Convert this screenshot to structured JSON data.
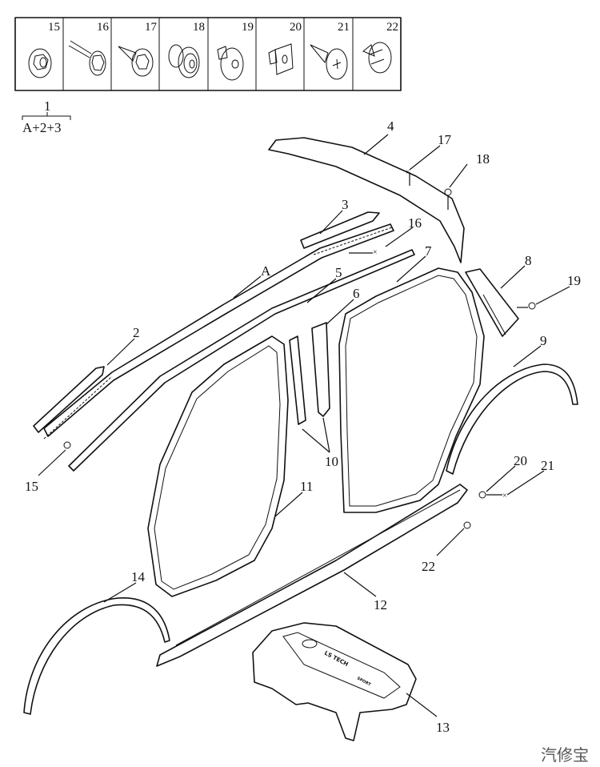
{
  "legend": {
    "cells": [
      {
        "number": "15",
        "icon": "flange-nut-icon"
      },
      {
        "number": "16",
        "icon": "bolt-icon"
      },
      {
        "number": "17",
        "icon": "tapping-screw-washer-icon"
      },
      {
        "number": "18",
        "icon": "grommet-clip-icon"
      },
      {
        "number": "19",
        "icon": "push-rivet-clip-icon"
      },
      {
        "number": "20",
        "icon": "square-clip-nut-icon"
      },
      {
        "number": "21",
        "icon": "phillips-tapping-screw-icon"
      },
      {
        "number": "22",
        "icon": "cap-clip-icon"
      }
    ]
  },
  "assembly": {
    "number": "1",
    "formula": "A+2+3"
  },
  "callouts": {
    "c2": "2",
    "c3": "3",
    "c4": "4",
    "c5": "5",
    "c6": "6",
    "c7": "7",
    "c8": "8",
    "c9": "9",
    "c10": "10",
    "c11": "11",
    "c12": "12",
    "c13": "13",
    "c14": "14",
    "c15": "15",
    "c16": "16",
    "c17": "17",
    "c18": "18",
    "c19": "19",
    "c20": "20",
    "c21": "21",
    "c22": "22",
    "cA": "A"
  },
  "cover_badge": {
    "line1": "LS TECH",
    "line2": "SPORT"
  },
  "watermark": "汽修宝"
}
